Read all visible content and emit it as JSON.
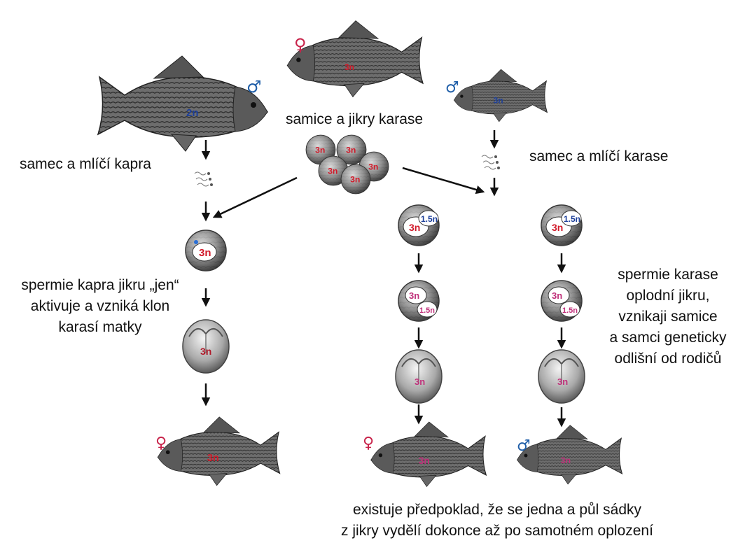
{
  "labels": {
    "female_eggs": "samice a jikry karase",
    "carp_male": "samec a mlíčí kapra",
    "crucian_male": "samec a mlíčí karase",
    "left_note": [
      "spermie kapra jikru „jen“",
      "aktivuje a vzniká klon",
      "karasí matky"
    ],
    "right_note": [
      "spermie karase",
      "oplodní jikru,",
      "vznikaji samice",
      "a samci geneticky",
      "odlišní od rodičů"
    ],
    "bottom_note": [
      "existuje předpoklad, že se jedna a půl sádky",
      "z jikry vydělí dokonce až po samotném oplození"
    ]
  },
  "ploidy": {
    "triploid": "3n",
    "diploid": "2n",
    "sesqui": "1.5n"
  },
  "symbols": {
    "female": "♀",
    "male": "♂"
  },
  "colors": {
    "female_symbol": "#c8234a",
    "male_symbol": "#1f5ea8",
    "red_ploidy": "#d11a2a",
    "blue_ploidy": "#1d3f9a",
    "pink_ploidy": "#c0307a",
    "arrow": "#111111"
  },
  "icons": [
    "fish-icon",
    "egg-cell-icon",
    "sperm-icon",
    "embryo-icon",
    "arrow-icon"
  ]
}
